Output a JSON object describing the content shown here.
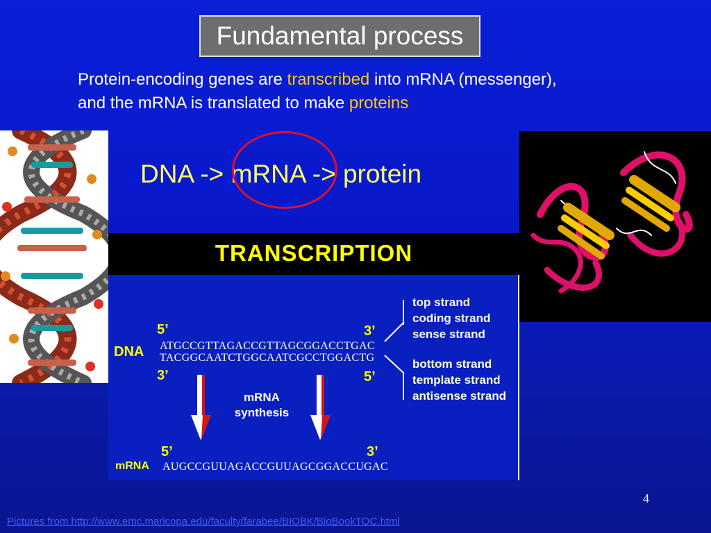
{
  "slide": {
    "title": "Fundamental process",
    "intro": {
      "line1_before": "Protein-encoding genes are ",
      "line1_highlight": "transcribed",
      "line1_after": " into mRNA (messenger),",
      "line2_before": "and the mRNA is  translated to make ",
      "line2_highlight": "proteins"
    },
    "flow_text": "DNA -> mRNA -> protein",
    "page_number": "4",
    "footer_link": "Pictures from http://www.emc.maricopa.edu/faculty/farabee/BIOBK/BioBookTOC.html",
    "colors": {
      "background": "#0a1fd6",
      "highlight": "#ffcc00",
      "flow": "#ffff66",
      "circle": "#e0102a"
    }
  },
  "figure": {
    "header": "TRANSCRIPTION",
    "dna_label": "DNA",
    "mrna_label": "mRNA",
    "top_5": "5’",
    "top_3": "3’",
    "bottom_3": "3’",
    "bottom_5": "5’",
    "mrna_5": "5’",
    "mrna_3": "3’",
    "top_seq": "ATGCCGTTAGACCGTTAGCGGACCTGAC",
    "bottom_seq": "TACGGCAATCTGGCAATCGCCTGGACTG",
    "mrna_seq": "AUGCCGUUAGACCGUUAGCGGACCUGAC",
    "synthesis_line1": "mRNA",
    "synthesis_line2": "synthesis",
    "top_strand_names": [
      "top strand",
      "coding strand",
      "sense strand"
    ],
    "bottom_strand_names": [
      "bottom strand",
      "template strand",
      "antisense strand"
    ]
  }
}
